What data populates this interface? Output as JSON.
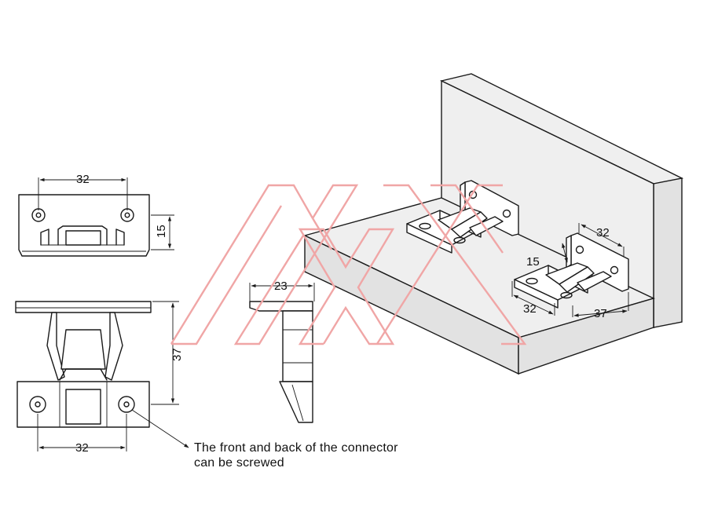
{
  "dimensions": {
    "top_view_width": "32",
    "top_view_height": "15",
    "front_view_height": "37",
    "front_view_width": "32",
    "side_view_width": "23",
    "assembly_height": "15",
    "assembly_spacing": "32",
    "assembly_width": "32",
    "assembly_depth": "37"
  },
  "note": {
    "line1": "The front and back of the connector",
    "line2": "can be screwed"
  },
  "colors": {
    "line": "#1a1a1a",
    "watermark": "#f0a6a6",
    "wall_fill": "#efefef",
    "panel_fill": "#e2e2e2"
  }
}
